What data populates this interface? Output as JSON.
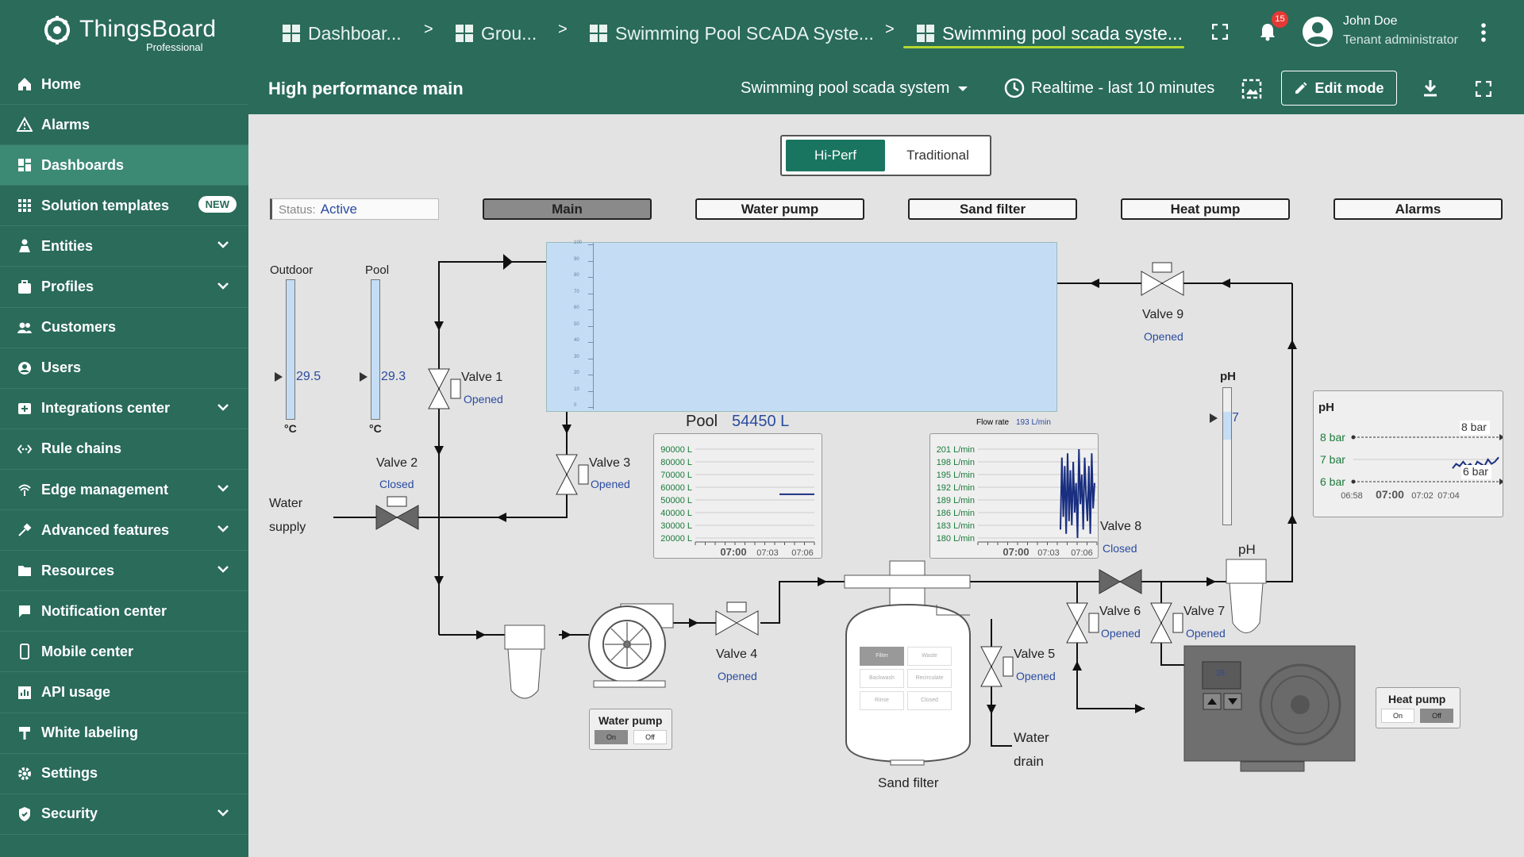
{
  "app": {
    "name": "ThingsBoard",
    "edition": "Professional"
  },
  "breadcrumbs": [
    {
      "label": "Dashboar..."
    },
    {
      "label": "Grou..."
    },
    {
      "label": "Swimming Pool SCADA Syste..."
    },
    {
      "label": "Swimming pool scada syste..."
    }
  ],
  "breadcrumb_sep": ">",
  "notifications": {
    "count": "15"
  },
  "user": {
    "name": "John Doe",
    "role": "Tenant administrator"
  },
  "sidebar": {
    "items": [
      {
        "label": "Home",
        "icon": "home-icon"
      },
      {
        "label": "Alarms",
        "icon": "alarm-icon"
      },
      {
        "label": "Dashboards",
        "icon": "dashboards-icon",
        "selected": true
      },
      {
        "label": "Solution templates",
        "icon": "apps-icon",
        "badge": "NEW"
      },
      {
        "label": "Entities",
        "icon": "entities-icon",
        "expandable": true
      },
      {
        "label": "Profiles",
        "icon": "profiles-icon",
        "expandable": true
      },
      {
        "label": "Customers",
        "icon": "customers-icon"
      },
      {
        "label": "Users",
        "icon": "users-icon"
      },
      {
        "label": "Integrations center",
        "icon": "integrations-icon",
        "expandable": true
      },
      {
        "label": "Rule chains",
        "icon": "rule-chains-icon"
      },
      {
        "label": "Edge management",
        "icon": "edge-icon",
        "expandable": true
      },
      {
        "label": "Advanced features",
        "icon": "advanced-icon",
        "expandable": true
      },
      {
        "label": "Resources",
        "icon": "resources-icon",
        "expandable": true
      },
      {
        "label": "Notification center",
        "icon": "notification-icon"
      },
      {
        "label": "Mobile center",
        "icon": "mobile-icon"
      },
      {
        "label": "API usage",
        "icon": "api-usage-icon"
      },
      {
        "label": "White labeling",
        "icon": "white-labeling-icon"
      },
      {
        "label": "Settings",
        "icon": "settings-icon"
      },
      {
        "label": "Security",
        "icon": "security-icon",
        "expandable": true
      }
    ]
  },
  "subheader": {
    "title": "High performance main",
    "entity_select": "Swimming pool scada system",
    "timewindow": "Realtime - last 10 minutes",
    "edit_mode": "Edit mode"
  },
  "mode_tabs": {
    "active": "Hi-Perf",
    "inactive": "Traditional"
  },
  "status": {
    "key": "Status:",
    "value": "Active"
  },
  "nav_buttons": [
    "Main",
    "Water pump",
    "Sand filter",
    "Heat pump",
    "Alarms"
  ],
  "thermometers": [
    {
      "label": "Outdoor",
      "value": "29.5",
      "unit": "°C"
    },
    {
      "label": "Pool",
      "value": "29.3",
      "unit": "°C"
    }
  ],
  "pool_scale": [
    "100",
    "90",
    "80",
    "70",
    "60",
    "50",
    "40",
    "30",
    "20",
    "10",
    "0"
  ],
  "valves": [
    {
      "name": "Valve 1",
      "state": "Opened"
    },
    {
      "name": "Valve 2",
      "state": "Closed"
    },
    {
      "name": "Valve 3",
      "state": "Opened"
    },
    {
      "name": "Valve 4",
      "state": "Opened"
    },
    {
      "name": "Valve 5",
      "state": "Opened"
    },
    {
      "name": "Valve 6",
      "state": "Opened"
    },
    {
      "name": "Valve 7",
      "state": "Opened"
    },
    {
      "name": "Valve 8",
      "state": "Closed"
    },
    {
      "name": "Valve 9",
      "state": "Opened"
    }
  ],
  "labels": {
    "water_supply": [
      "Water",
      "supply"
    ],
    "water_drain": [
      "Water",
      "drain"
    ],
    "sand_filter": "Sand filter",
    "ph": "pH",
    "flow_rate": "Flow rate",
    "flow_rate_value": "193 L/min"
  },
  "pool": {
    "label": "Pool",
    "volume": "54450 L"
  },
  "ph_gauge": {
    "label": "pH",
    "value": "7"
  },
  "water_pump_control": {
    "title": "Water pump",
    "on": "On",
    "off": "Off"
  },
  "heat_pump_control": {
    "title": "Heat pump",
    "on": "On",
    "off": "Off",
    "display": "28"
  },
  "sand_filter_panel": [
    "Filter",
    "Waste",
    "Backwash",
    "Recirculate",
    "Rinse",
    "Closed"
  ],
  "chart_data": [
    {
      "type": "line",
      "title": "Pool",
      "y_ticks": [
        "90000 L",
        "80000 L",
        "70000 L",
        "60000 L",
        "50000 L",
        "40000 L",
        "30000 L",
        "20000 L"
      ],
      "x_ticks": [
        "07:00",
        "07:03",
        "07:06"
      ],
      "series": [
        {
          "values": [
            54450,
            54450
          ]
        }
      ],
      "ylim": [
        20000,
        90000
      ]
    },
    {
      "type": "line",
      "title": "Flow rate",
      "y_ticks": [
        "201 L/min",
        "198 L/min",
        "195 L/min",
        "192 L/min",
        "189 L/min",
        "186 L/min",
        "183 L/min",
        "180 L/min"
      ],
      "x_ticks": [
        "07:00",
        "07:03",
        "07:06"
      ],
      "series": [
        {
          "values": [
            182,
            199,
            185,
            197,
            181,
            200,
            184,
            196,
            183,
            198,
            186,
            193,
            180,
            201,
            188,
            195,
            182,
            199,
            190,
            184,
            197,
            181,
            200,
            187,
            193
          ]
        }
      ],
      "ylim": [
        180,
        201
      ]
    },
    {
      "type": "line",
      "title": "pH",
      "y_ticks": [
        "8 bar",
        "7 bar",
        "6 bar"
      ],
      "x_ticks": [
        "06:58",
        "07:00",
        "07:02",
        "07:04"
      ],
      "threshold_labels": [
        "8 bar",
        "6 bar"
      ],
      "series": [
        {
          "values": [
            6.6,
            6.8,
            6.7,
            6.9,
            6.7,
            6.8,
            6.6,
            6.9,
            6.8,
            6.7,
            7.0,
            6.8,
            6.9,
            7.1
          ]
        }
      ],
      "ylim": [
        6,
        8
      ]
    }
  ],
  "colors": {
    "header": "#2a6b5a",
    "accent": "#b3d82f",
    "value": "#2a4ba0",
    "pool_water": "#c4ddf5",
    "machine": "#6f6f6f"
  }
}
